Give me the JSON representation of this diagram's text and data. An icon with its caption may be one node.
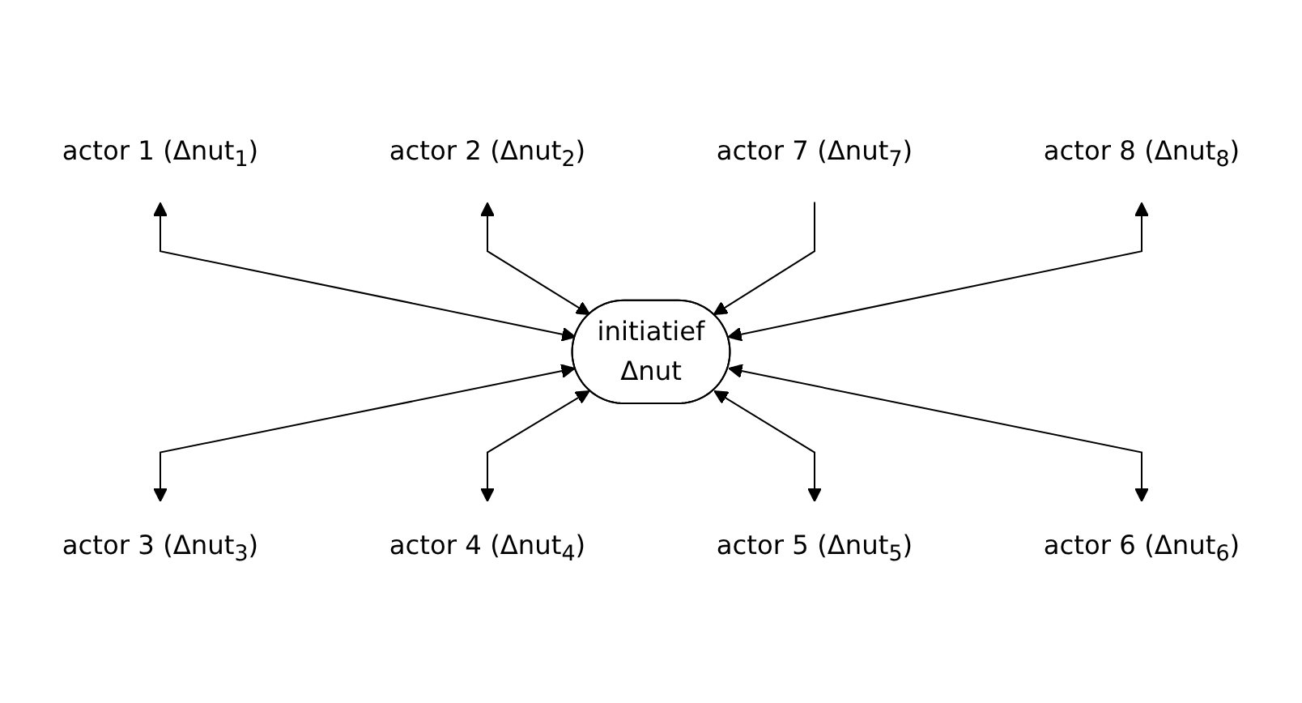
{
  "diagram": {
    "nodes": [
      {
        "text": [
          "initiatief",
          "Δnut"
        ]
      },
      {
        "text": [
          "actor 1 (Δnut$_{1}$)"
        ]
      },
      {
        "text": [
          "actor 2 (Δnut$_{2}$)"
        ]
      },
      {
        "text": [
          "actor 3 (Δnut$_{3}$)"
        ]
      },
      {
        "text": [
          "actor 4 (Δnut$_{4}$)"
        ]
      },
      {
        "text": [
          "actor 5 (Δnut$_{5}$)"
        ]
      },
      {
        "text": [
          "actor 6 (Δnut$_{6}$)"
        ]
      },
      {
        "text": [
          "actor 7 (Δnut$_{7}$)"
        ]
      },
      {
        "text": [
          "actor 8 (Δnut$_{8}$)"
        ]
      }
    ],
    "edges": [
      {
        "from": 1,
        "to": 0,
        "arrow": "both"
      },
      {
        "from": 2,
        "to": 0,
        "arrow": "both"
      },
      {
        "from": 0,
        "to": 3,
        "arrow": "both"
      },
      {
        "from": 0,
        "to": 4,
        "arrow": "both"
      },
      {
        "from": 0,
        "to": 5,
        "arrow": "both"
      },
      {
        "from": 0,
        "to": 6,
        "arrow": "both"
      },
      {
        "from": 7,
        "to": 0,
        "arrow": "to"
      },
      {
        "from": 8,
        "to": 0,
        "arrow": "both"
      }
    ]
  }
}
